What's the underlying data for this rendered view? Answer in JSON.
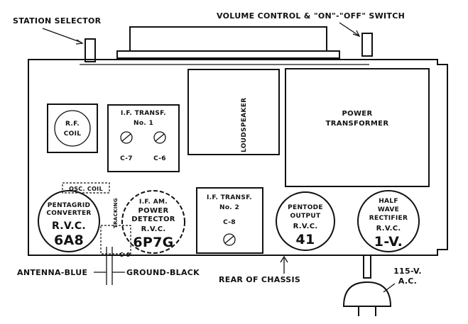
{
  "labels": {
    "station_selector": "STATION SELECTOR",
    "volume_control": "VOLUME CONTROL & \"ON\"-\"OFF\" SWITCH",
    "loudspeaker": "LOUDSPEAKER",
    "power_transformer": [
      "POWER",
      "TRANSFORMER"
    ],
    "rf_coil": [
      "R.F.",
      "COIL"
    ],
    "if_transf_1": {
      "title": "I.F. TRANSF.",
      "number": "No. 1",
      "left_trimmer": "C-7",
      "right_trimmer": "C-6"
    },
    "if_transf_2": {
      "title": "I.F. TRANSF.",
      "number": "No. 2",
      "trimmer": "C-8"
    },
    "osc_coil": "OSC. COIL",
    "tracking": "TRACKING",
    "c9": "C-9",
    "tube_converter": {
      "lines": [
        "PENTAGRID",
        "CONVERTER"
      ],
      "rvc": "R.V.C.",
      "type": "6A8"
    },
    "tube_detector": {
      "lines": [
        "I.F. AM.",
        "POWER",
        "DETECTOR"
      ],
      "rvc": "R.V.C.",
      "type": "6P7G"
    },
    "tube_pentode": {
      "lines": [
        "PENTODE",
        "OUTPUT"
      ],
      "rvc": "R.V.C.",
      "type": "41"
    },
    "tube_rectifier": {
      "lines": [
        "HALF",
        "WAVE",
        "RECTIFIER"
      ],
      "rvc": "R.V.C.",
      "type": "1-V."
    },
    "antenna": "ANTENNA-BLUE",
    "ground": "GROUND-BLACK",
    "rear_of_chassis": "REAR OF CHASSIS",
    "ac_supply": [
      "115-V.",
      "A.C."
    ]
  }
}
